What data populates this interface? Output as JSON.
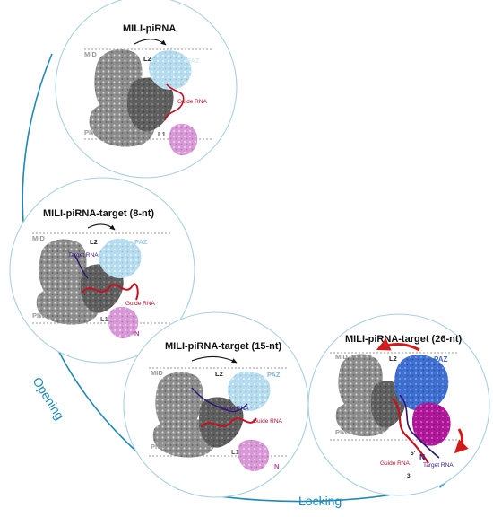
{
  "panels": [
    {
      "title": "MILI-piRNA",
      "labels": {
        "mid": "MID",
        "l2": "L2",
        "paz": "PAZ",
        "piwi": "PIWI",
        "l1": "L1",
        "guide": "Guide RNA"
      }
    },
    {
      "title": "MILI-piRNA-target (8-nt)",
      "labels": {
        "mid": "MID",
        "l2": "L2",
        "paz": "PAZ",
        "piwi": "PIWI",
        "l1": "L1",
        "guide": "Guide RNA",
        "target": "Target RNA",
        "n": "N"
      }
    },
    {
      "title": "MILI-piRNA-target (15-nt)",
      "labels": {
        "mid": "MID",
        "l2": "L2",
        "paz": "PAZ",
        "piwi": "PIWI",
        "l1": "L1",
        "guide": "Guide RNA",
        "target": "Target RNA",
        "n": "N"
      }
    },
    {
      "title": "MILI-piRNA-target (26-nt)",
      "labels": {
        "mid": "MID",
        "l2": "L2",
        "paz": "PAZ",
        "piwi": "PIWI",
        "guide": "Guide RNA",
        "target": "Target RNA",
        "n": "N",
        "five": "5'",
        "three": "3'"
      }
    }
  ],
  "axes": {
    "opening": "Opening",
    "locking": "Locking"
  },
  "colors": {
    "axis": "#1e88b8",
    "circle": "#a9cfe0",
    "gray_density": "#8a8a8a",
    "paz_light": "#b7dcee",
    "paz_dark": "#3f6fd0",
    "n_light": "#d79ad6",
    "n_dark": "#b0189a",
    "guide": "#c4101f",
    "target": "#2b1670",
    "arrow_red": "#d31a1a"
  }
}
